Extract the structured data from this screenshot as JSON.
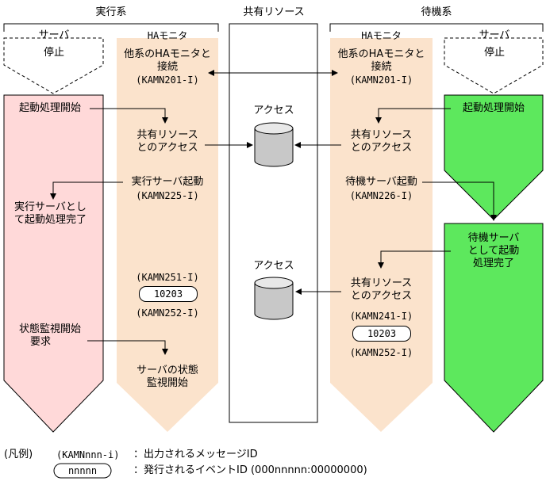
{
  "headers": {
    "active": "実行系",
    "shared": "共有リソース",
    "standby": "待機系"
  },
  "active": {
    "server_label": "サーバ",
    "server_state": "停止",
    "monitor_label": "HAモニタ",
    "steps": {
      "start_boot": "起動処理開始",
      "boot_complete": [
        "実行サーバとし",
        "て起動処理完了"
      ],
      "monitor_start": [
        "状態監視開始",
        "要求"
      ]
    },
    "monitor_steps": {
      "connect": [
        "他系のHAモニタと",
        "接続"
      ],
      "connect_msg": "(KAMN201-I)",
      "access": [
        "共有リソース",
        "とのアクセス"
      ],
      "server_start": "実行サーバ起動",
      "server_start_msg": "(KAMN225-I)",
      "msg_251": "(KAMN251-I)",
      "event_id": "10203",
      "msg_252": "(KAMN252-I)",
      "monitoring": [
        "サーバの状態",
        "監視開始"
      ]
    }
  },
  "shared": {
    "access_top": "アクセス",
    "access_bottom": "アクセス"
  },
  "standby": {
    "server_label": "サーバ",
    "server_state": "停止",
    "monitor_label": "HAモニタ",
    "steps": {
      "start_boot": "起動処理開始",
      "boot_complete": [
        "待機サーバ",
        "として起動",
        "処理完了"
      ]
    },
    "monitor_steps": {
      "connect": [
        "他系のHAモニタと",
        "接続"
      ],
      "connect_msg": "(KAMN201-I)",
      "access": [
        "共有リソース",
        "とのアクセス"
      ],
      "server_start": "待機サーバ起動",
      "server_start_msg": "(KAMN226-I)",
      "access2": [
        "共有リソース",
        "とのアクセス"
      ],
      "msg_241": "(KAMN241-I)",
      "event_id": "10203",
      "msg_252": "(KAMN252-I)"
    }
  },
  "legend": {
    "title": "(凡例)",
    "message_sample": "(KAMNnnn-i)",
    "message_desc": "：出力されるメッセージID",
    "event_sample": "nnnnn",
    "event_desc": "：発行されるイベントID (000nnnnn:00000000)"
  },
  "colors": {
    "active_server": "#ffd9d9",
    "monitor": "#fbe3cc",
    "standby_server": "#5de85d"
  }
}
